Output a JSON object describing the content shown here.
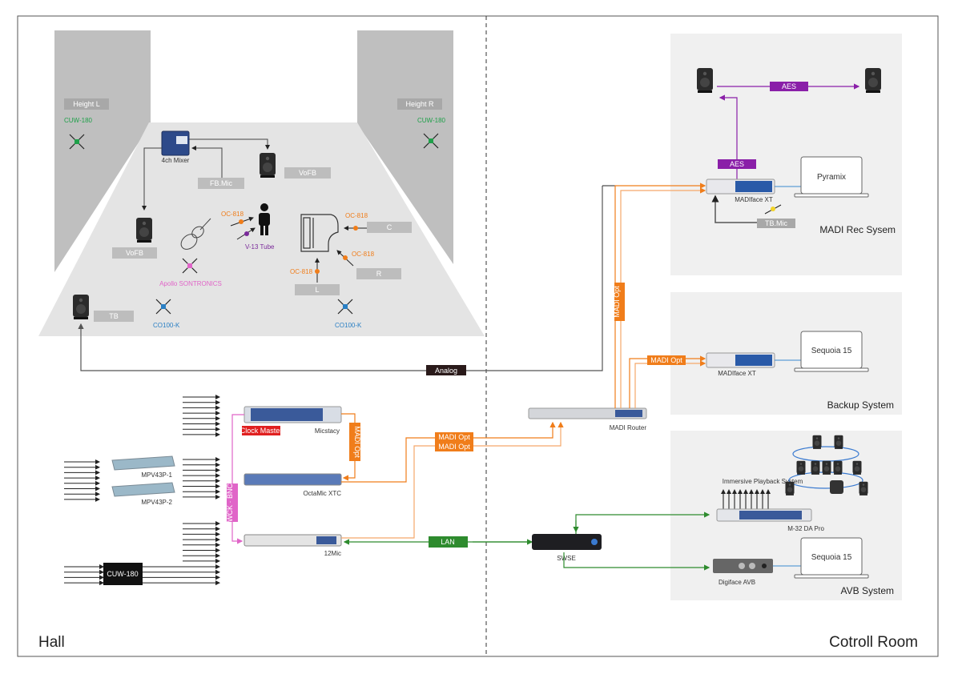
{
  "areas": {
    "hall": "Hall",
    "control_room": "Cotroll Room"
  },
  "hall": {
    "height_left": "Height L",
    "height_right": "Height R",
    "cuw_left": "CUW-180",
    "cuw_right": "CUW-180",
    "mixer": "4ch Mixer",
    "fb_mic": "FB.Mic",
    "vofb_top": "VoFB",
    "vofb_left": "VoFB",
    "oc818_vocal": "OC-818",
    "v13": "V-13 Tube",
    "apollo": "Apollo SONTRONICS",
    "piano_c": "C",
    "piano_r": "R",
    "piano_l": "L",
    "oc818_c": "OC-818",
    "oc818_r": "OC-818",
    "oc818_l": "OC-818",
    "tb": "TB",
    "co100_left": "CO100-K",
    "co100_right": "CO100-K",
    "analog": "Analog"
  },
  "stage_rack": {
    "clock_master": "Clock Master",
    "micstasy": "Micstacy",
    "octamic": "OctaMic XTC",
    "twelvemic": "12Mic",
    "mpv1": "MPV43P-1",
    "mpv2": "MPV43P-2",
    "cuw_box": "CUW-180",
    "wck": "WCK · BNC",
    "madi_opt_vertical": "MADI Opt",
    "madi_opt_1": "MADI Opt",
    "madi_opt_2": "MADI Opt",
    "lan": "LAN"
  },
  "control": {
    "madi_router": "MADI Router",
    "madi_opt_riser": "MADI Opt",
    "madi_opt_backup": "MADI Opt",
    "swse": "SWSE",
    "madi_rec": {
      "title": "MADI Rec Sysem",
      "aes_top": "AES",
      "aes_mid": "AES",
      "interface": "MADIface XT",
      "computer": "Pyramix",
      "tb_mic": "TB.Mic"
    },
    "backup": {
      "title": "Backup System",
      "interface": "MADIface XT",
      "computer": "Sequoia 15"
    },
    "avb": {
      "title": "AVB System",
      "immersive": "Immersive Playback System",
      "da": "M-32 DA Pro",
      "digiface": "Digiface AVB",
      "computer": "Sequoia 15"
    }
  },
  "colors": {
    "madi": "#f07d1a",
    "madi_light": "#f5a86a",
    "aes": "#8a1fa8",
    "lan": "#2e8b2e",
    "wck": "#e065c8",
    "clock": "#e02020",
    "cuw_green": "#1fa04a",
    "co100_blue": "#2a7fc4",
    "v13_purple": "#7a2a9a",
    "gray_label": "#bdbdbd"
  }
}
